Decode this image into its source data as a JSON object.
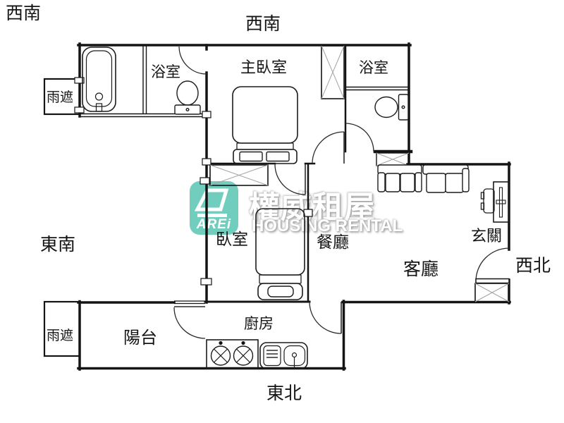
{
  "compass": {
    "southwest_outer": "西南",
    "southwest_wall": "西南",
    "southeast": "東南",
    "northwest": "西北",
    "northeast": "東北"
  },
  "rooms": {
    "rain_awning_top": "雨遮",
    "bathroom_left": "浴室",
    "master_bedroom": "主臥室",
    "bathroom_right": "浴室",
    "bedroom": "臥室",
    "dining_room": "餐廳",
    "entryway": "玄關",
    "living_room": "客廳",
    "kitchen": "廚房",
    "balcony": "陽台",
    "rain_awning_bottom": "雨遮"
  },
  "watermark": {
    "logo_acronym": "AREi",
    "brand_name": "權威租屋",
    "brand_name_en": "HOUSING RENTAL",
    "logo_color": "#5dc6b4"
  },
  "colors": {
    "background": "#ffffff",
    "wall": "#141414",
    "hatch": "#a3a3a3",
    "watermark_teal": "#5dc6b4"
  },
  "icons": {
    "bathtub": "bathtub-outline",
    "toilet": "toilet-top-view",
    "double_bed": "double-bed-top-view",
    "single_bed": "single-bed-top-view",
    "wardrobe": "x-hatched-cabinet",
    "sofa": "sectional-sofa-top-view",
    "desk": "desk-with-chair",
    "stove": "two-burner-stove",
    "sink": "kitchen-sink-with-rack",
    "door": "quarter-arc-door-swing",
    "window": "wall-window-marker"
  }
}
